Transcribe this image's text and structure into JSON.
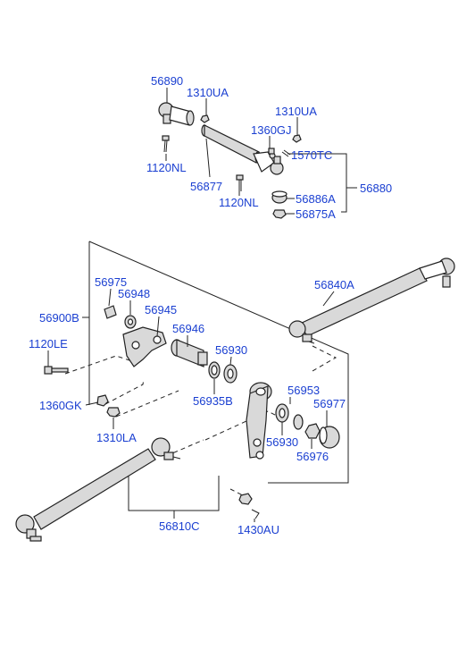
{
  "labels": {
    "p56890": "56890",
    "p1310ua_a": "1310UA",
    "p1310ua_b": "1310UA",
    "p1360gj": "1360GJ",
    "p1570tc": "1570TC",
    "p1120nl_a": "1120NL",
    "p56877": "56877",
    "p1120nl_b": "1120NL",
    "p56886a": "56886A",
    "p56880": "56880",
    "p56875a": "56875A",
    "p56840a": "56840A",
    "p56975": "56975",
    "p56948": "56948",
    "p56945": "56945",
    "p56900b": "56900B",
    "p56946": "56946",
    "p1120le": "1120LE",
    "p56930_a": "56930",
    "p56935b": "56935B",
    "p1360gk": "1360GK",
    "p56953": "56953",
    "p56977": "56977",
    "p1310la": "1310LA",
    "p56930_b": "56930",
    "p56976": "56976",
    "p56810c": "56810C",
    "p1430au": "1430AU"
  },
  "colors": {
    "label": "#1a3fd1",
    "line": "#222222",
    "part_fill": "#d9d9d9",
    "part_dark": "#9c9c9c"
  }
}
